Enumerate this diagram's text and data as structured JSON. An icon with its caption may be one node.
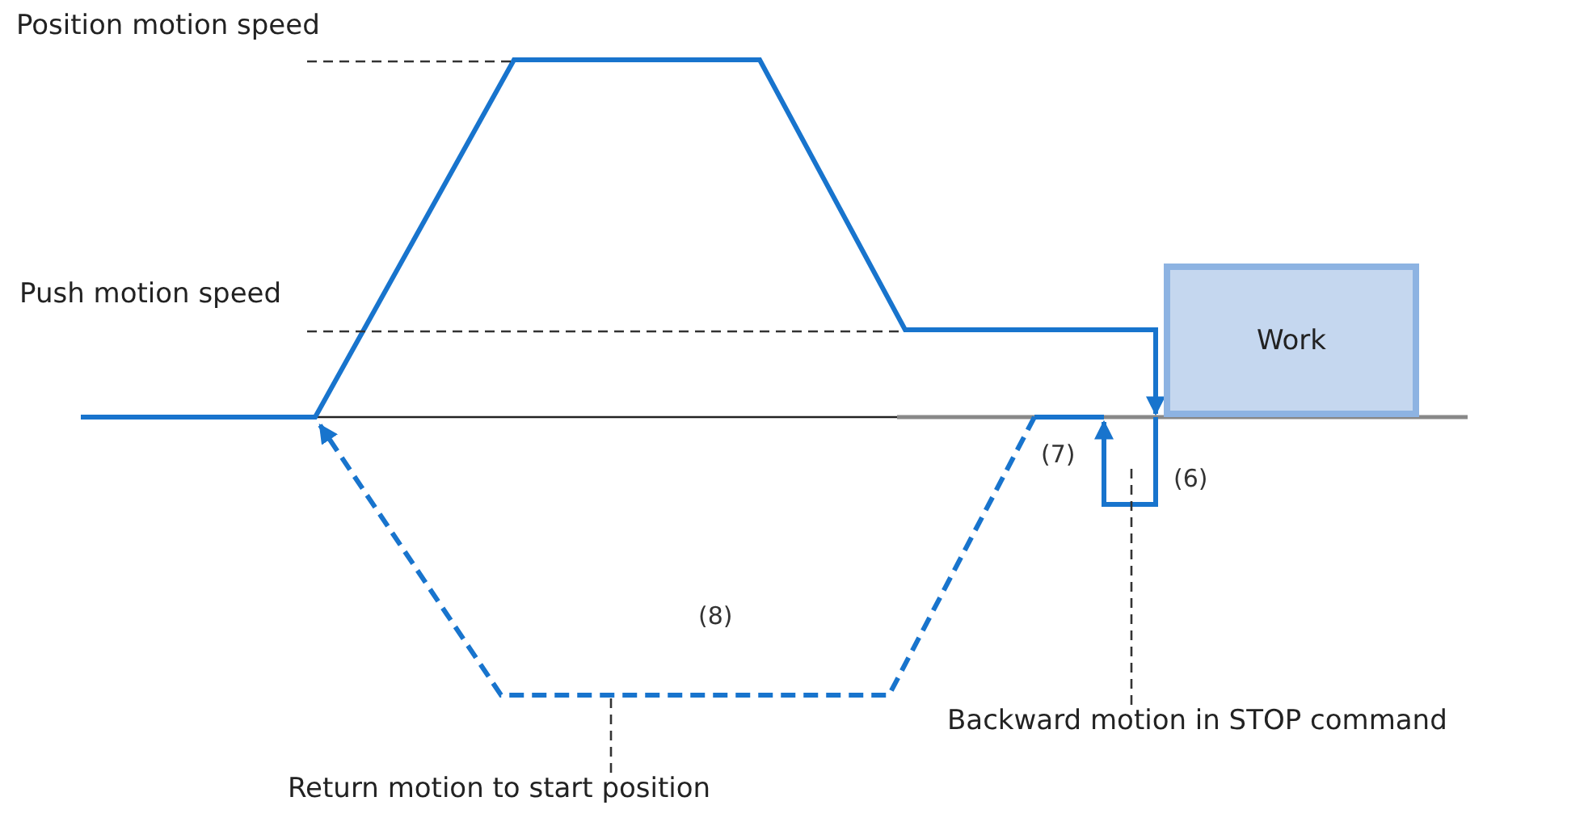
{
  "diagram": {
    "nodes": [
      {
        "text": [
          "Work"
        ]
      },
      {
        "text": [
          "Position motion speed"
        ]
      },
      {
        "text": [
          "Push motion speed"
        ]
      },
      {
        "text": [
          "Return motion to start position"
        ]
      },
      {
        "text": [
          "Backward motion in STOP command"
        ]
      }
    ],
    "edges": [
      {
        "from": 1,
        "to": null,
        "arrow": "none",
        "style": "dashed"
      },
      {
        "from": 2,
        "to": null,
        "arrow": "none",
        "style": "dashed"
      },
      {
        "from": 3,
        "to": null,
        "arrow": "none",
        "style": "dashed"
      },
      {
        "from": 4,
        "to": null,
        "arrow": "none",
        "style": "dashed"
      }
    ],
    "labels": [
      "(7)",
      "(6)",
      "(8)"
    ]
  }
}
